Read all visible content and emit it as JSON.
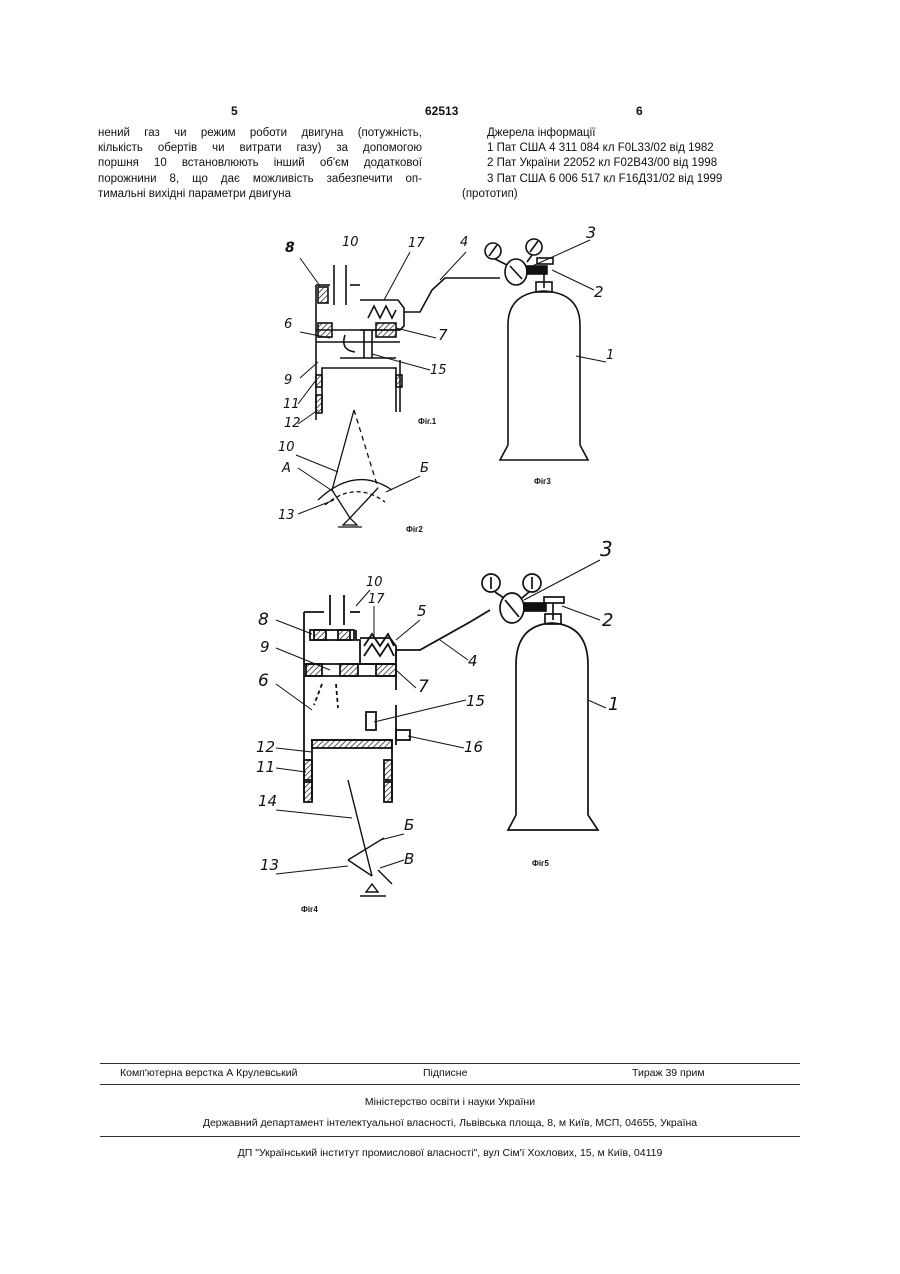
{
  "header": {
    "page_left": "5",
    "patent_number": "62513",
    "page_right": "6"
  },
  "left_column": {
    "lines": [
      "нений газ чи режим роботи двигуна (потужність,",
      "кількість обертів чи витрати газу) за допомогою",
      "поршня 10 встановлюють інший об'єм додаткової",
      "порожнини 8, що дає можливість забезпечити оп-",
      "тимальні вихідні параметри двигуна"
    ]
  },
  "right_column": {
    "heading": "Джерела інформації",
    "refs": [
      "1 Пат  США 4 311 084 кл  F0L33/02 від 1982",
      "2 Пат  України 22052 кл  F02B43/00 від 1998",
      "3 Пат  США 6  006  517 кл  F16Д31/02 від 1999"
    ],
    "note": "(прототип)"
  },
  "figures": {
    "fig1_caption": "Фіг.1",
    "fig2_caption": "Фіг2",
    "fig3_caption": "Фіг3",
    "fig4_caption": "Фіг4",
    "fig5_caption": "Фіг5",
    "top_labels": {
      "l10": "10",
      "l17": "17",
      "l4": "4",
      "l3": "3",
      "l8": "8",
      "l2": "2",
      "l6": "6",
      "l7": "7",
      "l9": "9",
      "l15": "15",
      "l1": "1",
      "l11": "11",
      "l12": "12",
      "l10b": "10",
      "lA": "А",
      "lB": "Б",
      "l13": "13"
    },
    "bottom_labels": {
      "l10": "10",
      "l17": "17",
      "l5": "5",
      "l3": "3",
      "l8": "8",
      "l2": "2",
      "l9": "9",
      "l4": "4",
      "l6": "6",
      "l7": "7",
      "l1": "1",
      "l15": "15",
      "l16": "16",
      "l12": "12",
      "l11": "11",
      "l14": "14",
      "lB": "Б",
      "l13": "13",
      "lV": "В"
    }
  },
  "footer": {
    "typesetter": "Комп'ютерна верстка А  Крулевський",
    "signed": "Підписне",
    "circulation": "Тираж 39 прим",
    "ministry": "Міністерство освіти і науки України",
    "department": "Державний департамент інтелектуальної власності, Львівська площа, 8, м  Київ, МСП, 04655, Україна",
    "institute": "ДП \"Український інститут промислової власності\", вул  Сім'ї Хохлових, 15, м  Київ, 04119"
  }
}
